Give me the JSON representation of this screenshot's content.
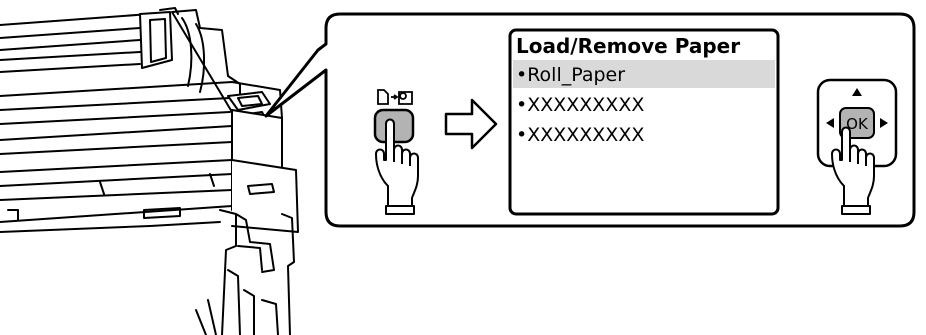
{
  "screen": {
    "title": "Load/Remove Paper",
    "items": [
      {
        "label": "•Roll_Paper",
        "selected": true
      },
      {
        "label": "•XXXXXXXXX",
        "selected": false
      },
      {
        "label": "•XXXXXXXXX",
        "selected": false
      }
    ]
  },
  "ok_key": {
    "label": "OK"
  },
  "colors": {
    "outline": "#000000",
    "button_fill": "#b3b3b3",
    "highlight": "#d9d9d9",
    "callout_fill": "#ffffff"
  },
  "icons": {
    "paper_button": "paper-feed-icon",
    "flow_arrow": "right-arrow-icon",
    "pointer": "hand-pointer-icon",
    "navigation": "dpad-icon"
  }
}
